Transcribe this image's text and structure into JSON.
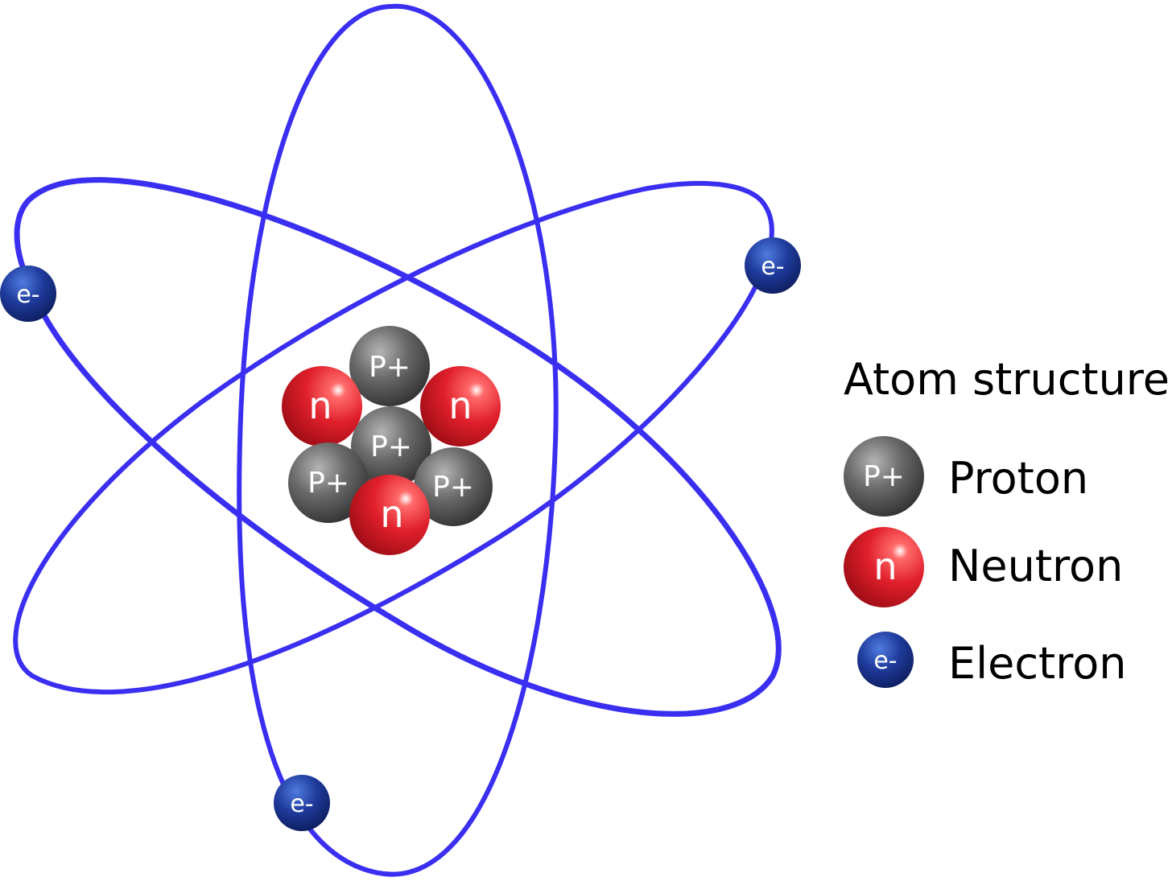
{
  "title": "Atom structure",
  "particles": {
    "proton": {
      "symbol": "P+",
      "label": "Proton",
      "color": "#5a5a5a"
    },
    "neutron": {
      "symbol": "n",
      "label": "Neutron",
      "color": "#d0202a"
    },
    "electron": {
      "symbol": "e-",
      "label": "Electron",
      "color": "#1e3a9a"
    }
  },
  "orbit_color": "#3a2ff0",
  "nucleus": {
    "protons": 4,
    "neutrons": 3
  },
  "electrons": 3
}
